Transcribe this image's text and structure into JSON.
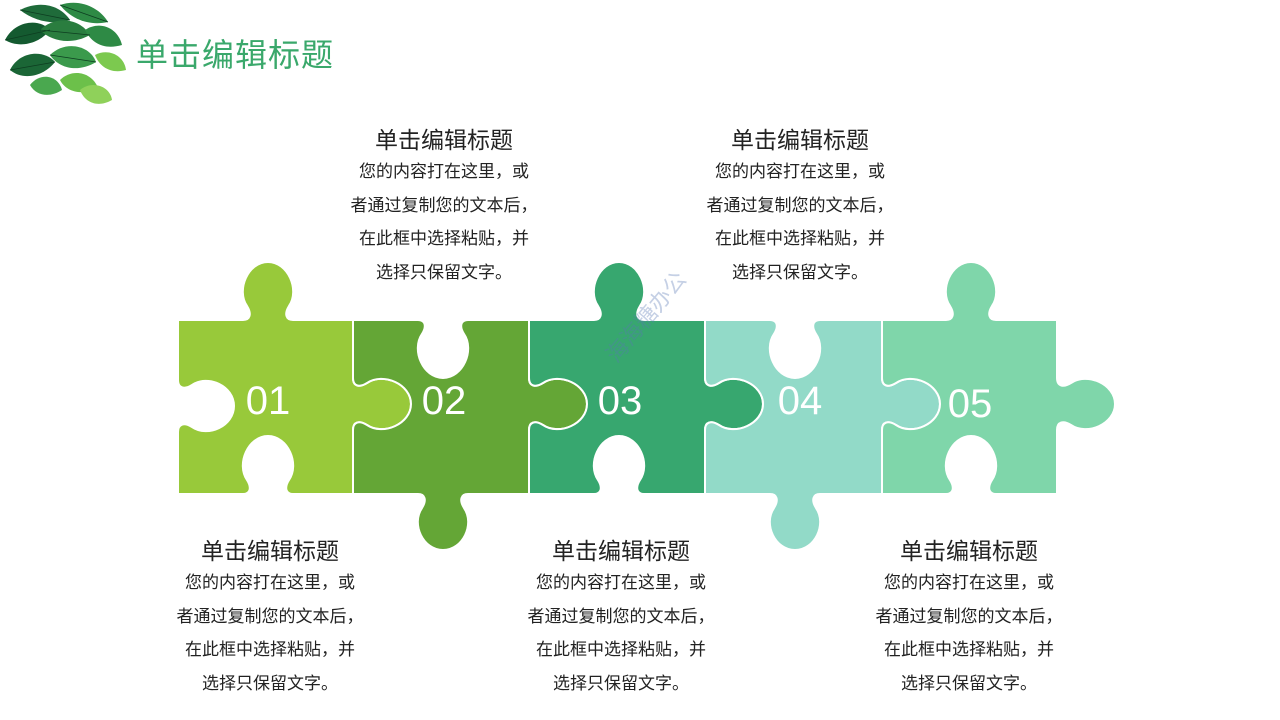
{
  "slide": {
    "title": "单击编辑标题"
  },
  "watermark": "海海糖办公",
  "pieces": [
    {
      "number": "01",
      "color": "#98c93a"
    },
    {
      "number": "02",
      "color": "#64a636"
    },
    {
      "number": "03",
      "color": "#37a76f"
    },
    {
      "number": "04",
      "color": "#92dac8"
    },
    {
      "number": "05",
      "color": "#7fd6aa"
    }
  ],
  "captions": [
    {
      "title": "单击编辑标题",
      "body": "您的内容打在这里，或\n者通过复制您的文本后，\n在此框中选择粘贴，并\n选择只保留文字。"
    },
    {
      "title": "单击编辑标题",
      "body": "您的内容打在这里，或\n者通过复制您的文本后，\n在此框中选择粘贴，并\n选择只保留文字。"
    },
    {
      "title": "单击编辑标题",
      "body": "您的内容打在这里，或\n者通过复制您的文本后，\n在此框中选择粘贴，并\n选择只保留文字。"
    },
    {
      "title": "单击编辑标题",
      "body": "您的内容打在这里，或\n者通过复制您的文本后，\n在此框中选择粘贴，并\n选择只保留文字。"
    },
    {
      "title": "单击编辑标题",
      "body": "您的内容打在这里，或\n者通过复制您的文本后，\n在此框中选择粘贴，并\n选择只保留文字。"
    }
  ]
}
